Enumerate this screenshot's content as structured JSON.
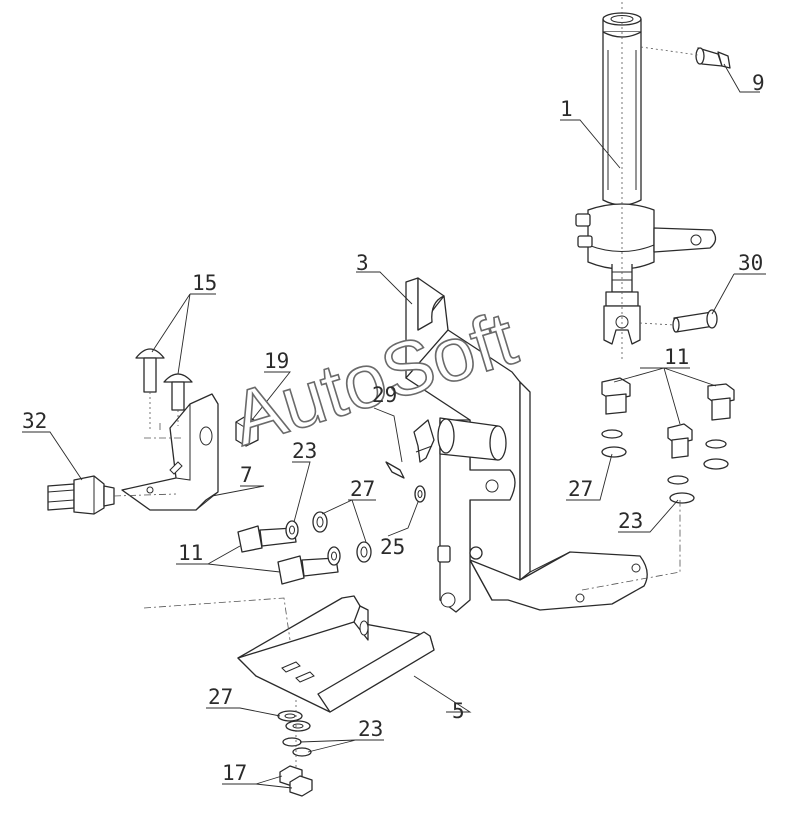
{
  "watermark": "AutoSoft",
  "callouts": [
    "1",
    "9",
    "3",
    "30",
    "15",
    "19",
    "29",
    "11",
    "32",
    "7",
    "23",
    "27",
    "27",
    "23",
    "11",
    "25",
    "5",
    "27",
    "23",
    "17"
  ]
}
